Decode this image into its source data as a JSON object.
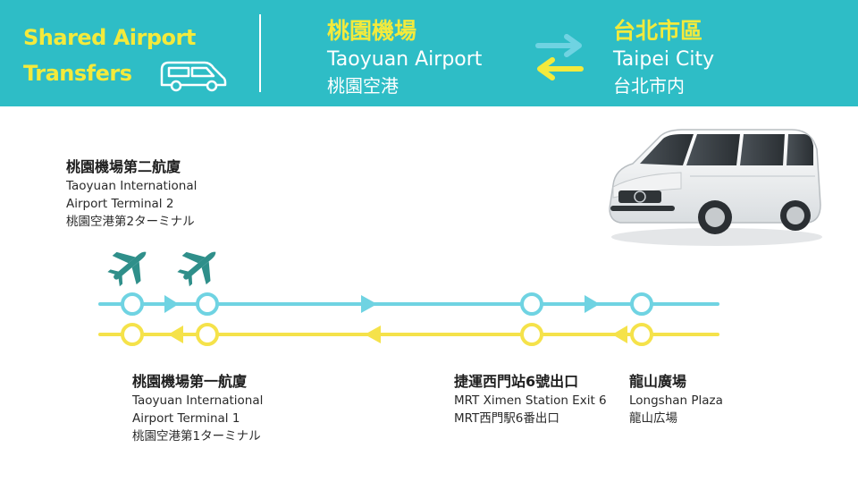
{
  "header": {
    "brand_line1": "Shared Airport",
    "brand_line2": "Transfers",
    "from": {
      "zh": "桃園機場",
      "en": "Taoyuan Airport",
      "ja": "桃園空港"
    },
    "to": {
      "zh": "台北市區",
      "en": "Taipei City",
      "ja": "台北市内"
    }
  },
  "stops": {
    "t2": {
      "zh": "桃園機場第二航廈",
      "en1": "Taoyuan International",
      "en2": "Airport Terminal 2",
      "ja": "桃園空港第2ターミナル"
    },
    "t1": {
      "zh": "桃園機場第一航廈",
      "en1": "Taoyuan International",
      "en2": "Airport Terminal 1",
      "ja": "桃園空港第1ターミナル"
    },
    "ximen": {
      "zh": "捷運西門站6號出口",
      "en": "MRT Ximen Station Exit 6",
      "ja": "MRT西門駅6番出口"
    },
    "longshan": {
      "zh": "龍山廣場",
      "en": "Longshan Plaza",
      "ja": "龍山広場"
    }
  },
  "colors": {
    "header_bg": "#2ebdc6",
    "accent_yellow": "#f3ea3c",
    "route_blue": "#6fd3e2",
    "route_yellow": "#f5e24a",
    "plane": "#2f8f8a"
  },
  "icons": [
    "van-outline-icon",
    "swap-arrows-icon",
    "airplane-icon"
  ]
}
